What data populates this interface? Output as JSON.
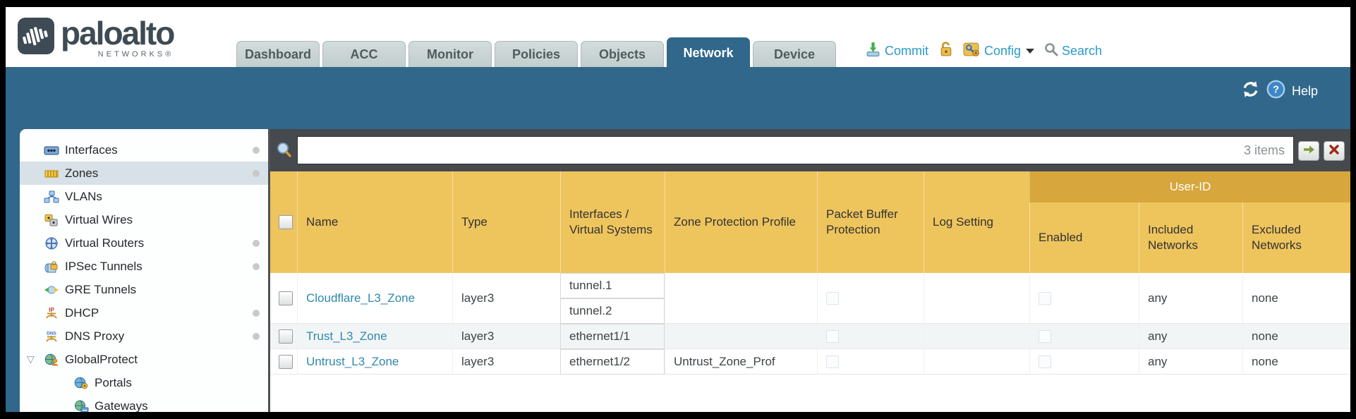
{
  "brand": {
    "wordmark": "paloalto",
    "subtitle": "NETWORKS®"
  },
  "nav_tabs": [
    {
      "label": "Dashboard",
      "active": false
    },
    {
      "label": "ACC",
      "active": false
    },
    {
      "label": "Monitor",
      "active": false
    },
    {
      "label": "Policies",
      "active": false
    },
    {
      "label": "Objects",
      "active": false
    },
    {
      "label": "Network",
      "active": true
    },
    {
      "label": "Device",
      "active": false
    }
  ],
  "utilities": {
    "commit_label": "Commit",
    "config_label": "Config",
    "search_label": "Search"
  },
  "band": {
    "help_label": "Help"
  },
  "toolbar": {
    "search_value": "",
    "search_placeholder": "",
    "item_count": "3 items"
  },
  "sidebar": {
    "items": [
      {
        "label": "Interfaces",
        "has_dot": true,
        "selected": false,
        "indent": false
      },
      {
        "label": "Zones",
        "has_dot": true,
        "selected": true,
        "indent": false
      },
      {
        "label": "VLANs",
        "has_dot": false,
        "selected": false,
        "indent": false
      },
      {
        "label": "Virtual Wires",
        "has_dot": false,
        "selected": false,
        "indent": false
      },
      {
        "label": "Virtual Routers",
        "has_dot": true,
        "selected": false,
        "indent": false
      },
      {
        "label": "IPSec Tunnels",
        "has_dot": true,
        "selected": false,
        "indent": false
      },
      {
        "label": "GRE Tunnels",
        "has_dot": false,
        "selected": false,
        "indent": false
      },
      {
        "label": "DHCP",
        "has_dot": true,
        "selected": false,
        "indent": false
      },
      {
        "label": "DNS Proxy",
        "has_dot": true,
        "selected": false,
        "indent": false
      },
      {
        "label": "GlobalProtect",
        "has_dot": false,
        "selected": false,
        "indent": false,
        "expanded": true
      },
      {
        "label": "Portals",
        "has_dot": false,
        "selected": false,
        "indent": true
      },
      {
        "label": "Gateways",
        "has_dot": false,
        "selected": false,
        "indent": true
      }
    ]
  },
  "table": {
    "group_header": "User-ID",
    "columns": [
      "Name",
      "Type",
      "Interfaces / Virtual Systems",
      "Zone Protection Profile",
      "Packet Buffer Protection",
      "Log Setting",
      "Enabled",
      "Included Networks",
      "Excluded Networks"
    ],
    "rows": [
      {
        "name": "Cloudflare_L3_Zone",
        "type": "layer3",
        "interfaces": [
          "tunnel.1",
          "tunnel.2"
        ],
        "zone_protection_profile": "",
        "packet_buffer_protection_checked": false,
        "log_setting": "",
        "user_id_enabled_checked": false,
        "included_networks": "any",
        "excluded_networks": "none"
      },
      {
        "name": "Trust_L3_Zone",
        "type": "layer3",
        "interfaces": [
          "ethernet1/1"
        ],
        "zone_protection_profile": "",
        "packet_buffer_protection_checked": false,
        "log_setting": "",
        "user_id_enabled_checked": false,
        "included_networks": "any",
        "excluded_networks": "none"
      },
      {
        "name": "Untrust_L3_Zone",
        "type": "layer3",
        "interfaces": [
          "ethernet1/2"
        ],
        "zone_protection_profile": "Untrust_Zone_Prof",
        "packet_buffer_protection_checked": false,
        "log_setting": "",
        "user_id_enabled_checked": false,
        "included_networks": "any",
        "excluded_networks": "none"
      }
    ]
  },
  "icons": {
    "logo": "paloalto-waveform-icon",
    "commit": "commit-download-icon",
    "lock": "lock-icon",
    "config": "config-tools-icon",
    "config_caret": "chevron-down-icon",
    "search_top": "search-icon",
    "refresh": "refresh-icon",
    "help": "help-question-icon",
    "toolbar_search": "search-icon",
    "submit": "arrow-right-icon",
    "clear": "close-x-icon",
    "sidebar": [
      "interfaces-icon",
      "zones-fence-icon",
      "vlans-icon",
      "virtual-wires-icon",
      "virtual-routers-icon",
      "ipsec-tunnels-lock-icon",
      "gre-tunnels-icon",
      "dhcp-ip-icon",
      "dns-proxy-icon",
      "globalprotect-globe-user-icon",
      "portals-globe-gear-icon",
      "gateways-globe-laptop-icon"
    ]
  },
  "colors": {
    "band_teal": "#31678a",
    "inactive_tab_bg": "#c9d3d3",
    "toolbar_dark": "#46494d",
    "header_amber": "#eec45d",
    "user_id_band": "#d7a63c",
    "link_blue": "#2f89ad",
    "utility_link_blue": "#2c9ac6",
    "sidebar_selected": "#d8e1e7",
    "alt_row": "#f2f5f6"
  }
}
